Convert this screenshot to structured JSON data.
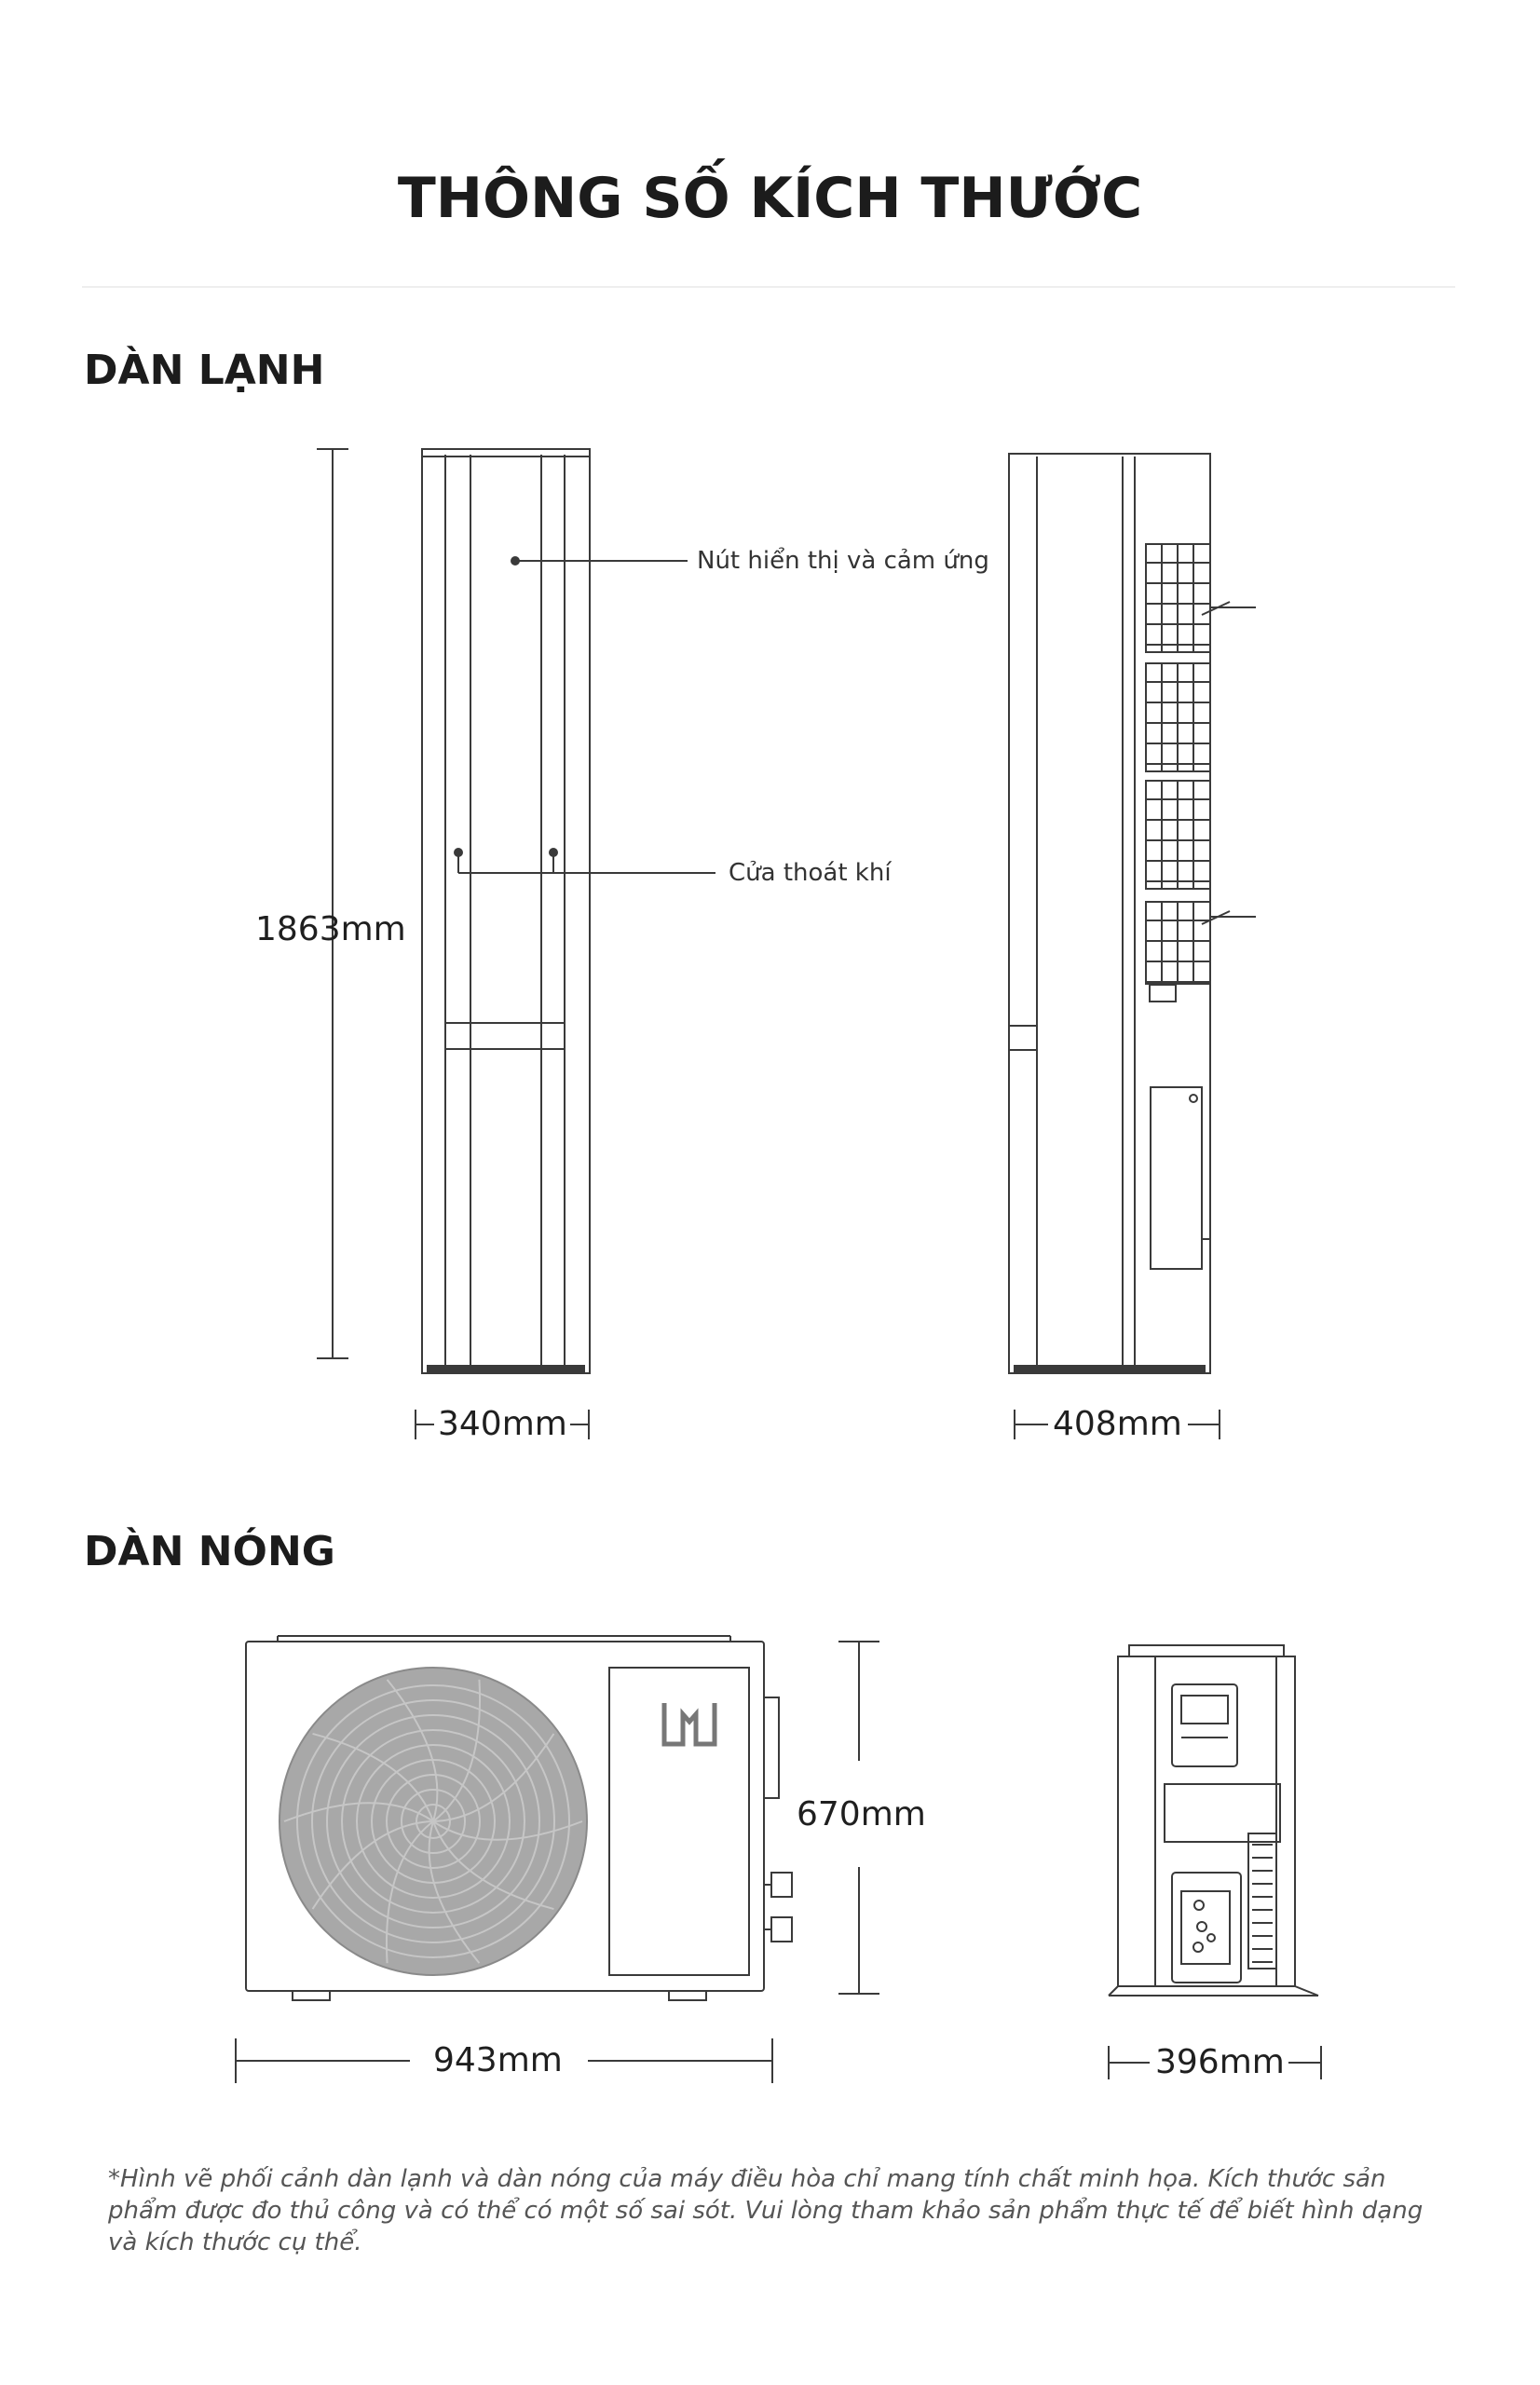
{
  "header": {
    "title": "THÔNG SỐ KÍCH THƯỚC"
  },
  "indoor": {
    "section_title": "DÀN LẠNH",
    "height": "1863mm",
    "front_width": "340mm",
    "side_depth": "408mm",
    "callout_display": "Nút hiển thị và cảm ứng",
    "callout_outlet": "Cửa thoát khí"
  },
  "outdoor": {
    "section_title": "DÀN NÓNG",
    "height": "670mm",
    "width": "943mm",
    "depth": "396mm"
  },
  "footnote": "*Hình vẽ phối cảnh dàn lạnh và dàn nóng của máy điều hòa chỉ mang tính chất minh họa. Kích thước sản phẩm được đo thủ công và có thể có một số sai sót. Vui lòng tham khảo sản phẩm thực tế để biết hình dạng và kích thước cụ thể.",
  "colors": {
    "line": "#3a3a3a",
    "fan_fill": "#a8a8a8",
    "divider": "#eeeeee"
  },
  "icons": [
    "mijia-logo-icon"
  ]
}
